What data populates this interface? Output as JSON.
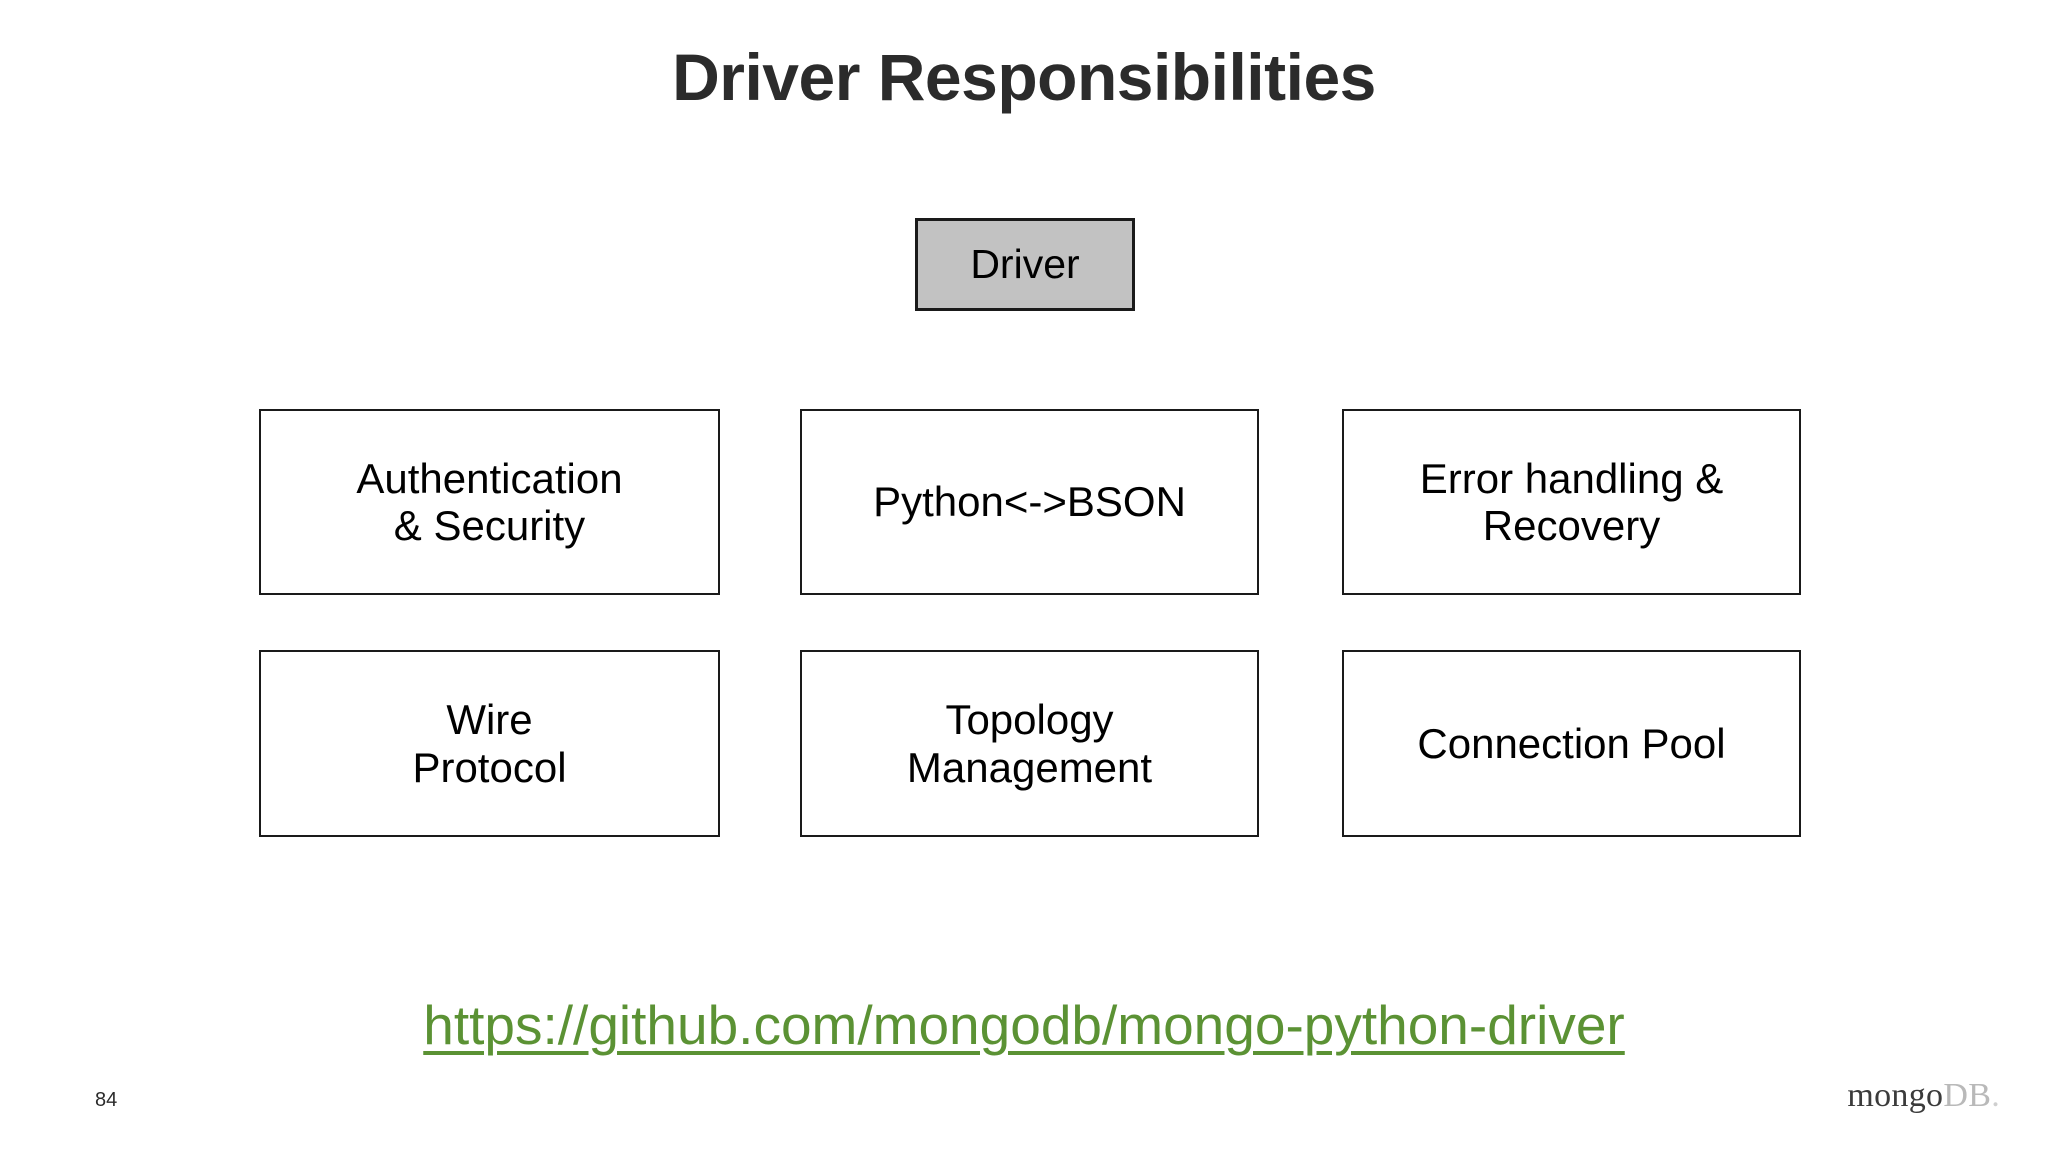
{
  "slide": {
    "title": "Driver Responsibilities",
    "page_number": "84",
    "background_color": "#ffffff"
  },
  "diagram": {
    "root": {
      "label": "Driver",
      "fill_color": "#c2c2c2",
      "border_color": "#1a1a1a"
    },
    "responsibilities": [
      {
        "label": "Authentication\n& Security",
        "row": 1,
        "col": 1
      },
      {
        "label": "Python<->BSON",
        "row": 1,
        "col": 2
      },
      {
        "label": "Error handling &\nRecovery",
        "row": 1,
        "col": 3
      },
      {
        "label": "Wire\nProtocol",
        "row": 2,
        "col": 1
      },
      {
        "label": "Topology\nManagement",
        "row": 2,
        "col": 2
      },
      {
        "label": "Connection Pool",
        "row": 2,
        "col": 3
      }
    ],
    "box_fill_color": "#ffffff",
    "box_border_color": "#1a1a1a"
  },
  "link": {
    "text": "https://github.com/mongodb/mongo-python-driver",
    "color": "#5b9234"
  },
  "brand": {
    "primary": "mongo",
    "secondary": "DB",
    "dot": ".",
    "primary_color": "#3b3b3b",
    "secondary_color": "#b9b9b9"
  }
}
